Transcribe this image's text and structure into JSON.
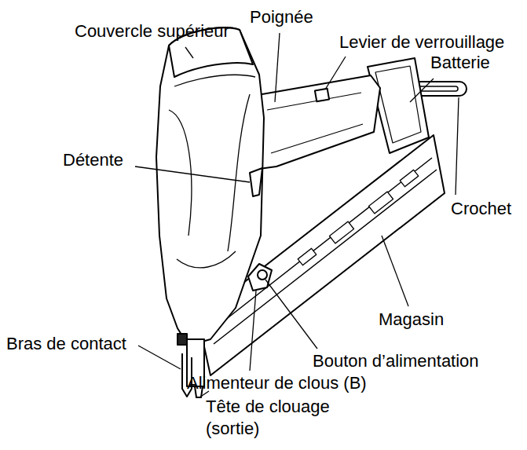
{
  "diagram": {
    "labels": [
      "Couvercle supérieur",
      "Poignée",
      "Levier de verrouillage",
      "Batterie",
      "Détente",
      "Crochet",
      "Magasin",
      "Bouton d’alimentation",
      "Bras de contact",
      "Alimenteur de clous (B)",
      "Tête de clouage (sortie)"
    ]
  }
}
